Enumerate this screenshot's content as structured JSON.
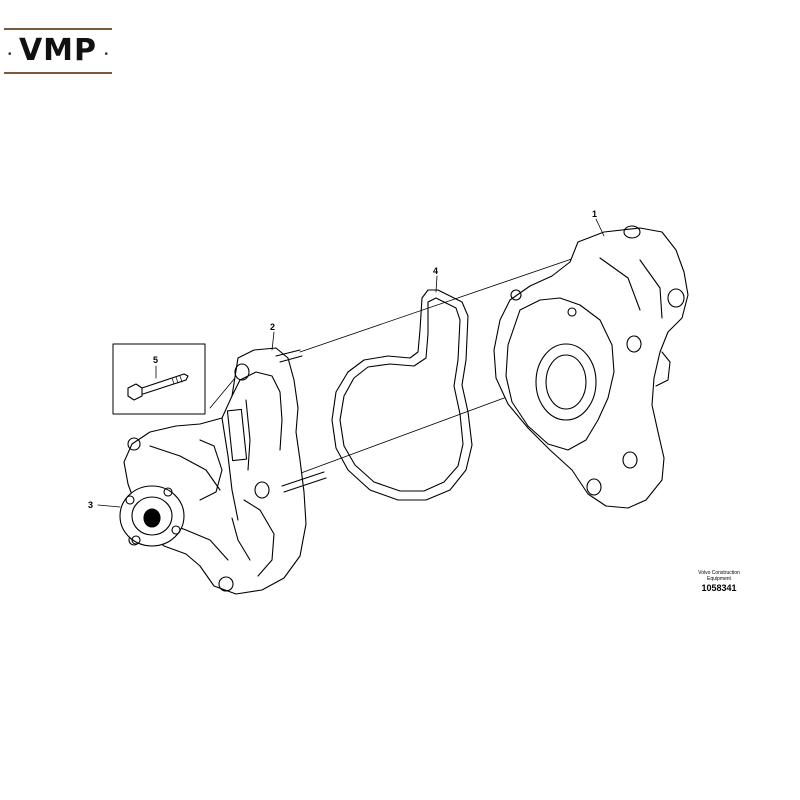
{
  "logo": {
    "text": "VMP",
    "dot": "•"
  },
  "callouts": [
    "1",
    "2",
    "3",
    "4",
    "5"
  ],
  "credit": {
    "line1": "Volvo Construction",
    "line2": "Equipment",
    "number": "1058341"
  }
}
